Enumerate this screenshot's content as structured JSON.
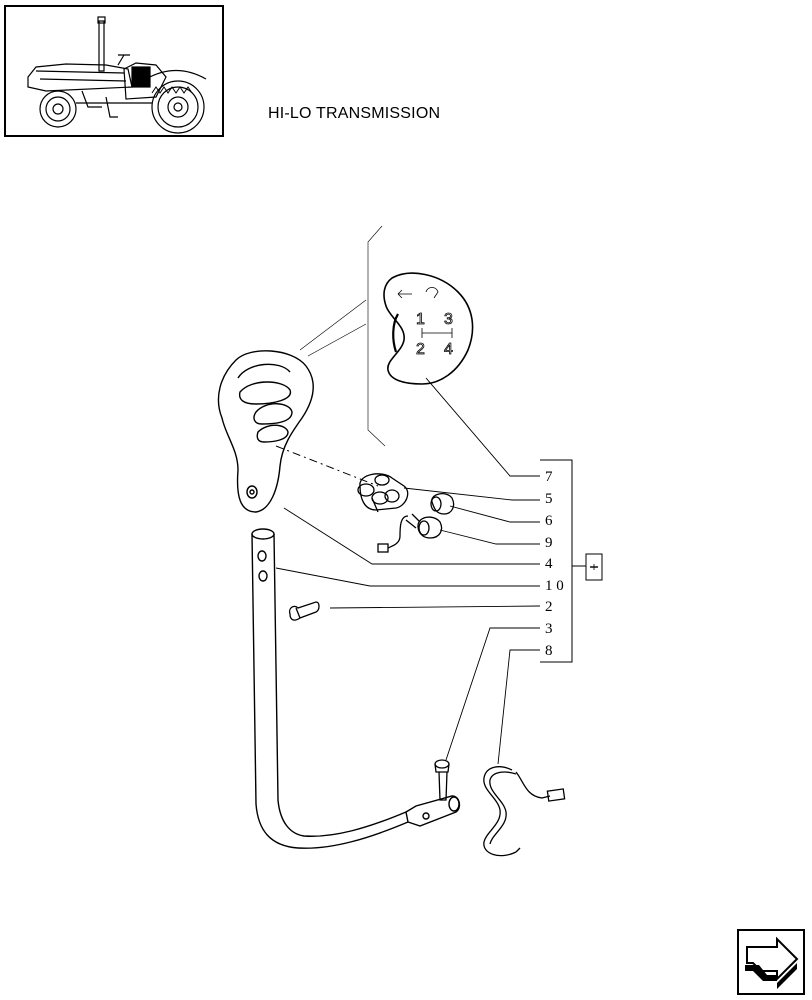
{
  "title": "HI-LO TRANSMISSION",
  "callouts": [
    "7",
    "5",
    "6",
    "9",
    "4",
    "1 0",
    "2",
    "3",
    "8"
  ],
  "knob_decal": {
    "gears": [
      "1",
      "3",
      "2",
      "4"
    ]
  },
  "icons": {
    "thumbnail": "tractor-thumbnail-icon",
    "reference_box": "reference-box-icon",
    "navigation": "next-page-arrow-icon"
  },
  "colors": {
    "line": "#000000",
    "background": "#ffffff",
    "highlight": "#000000"
  }
}
